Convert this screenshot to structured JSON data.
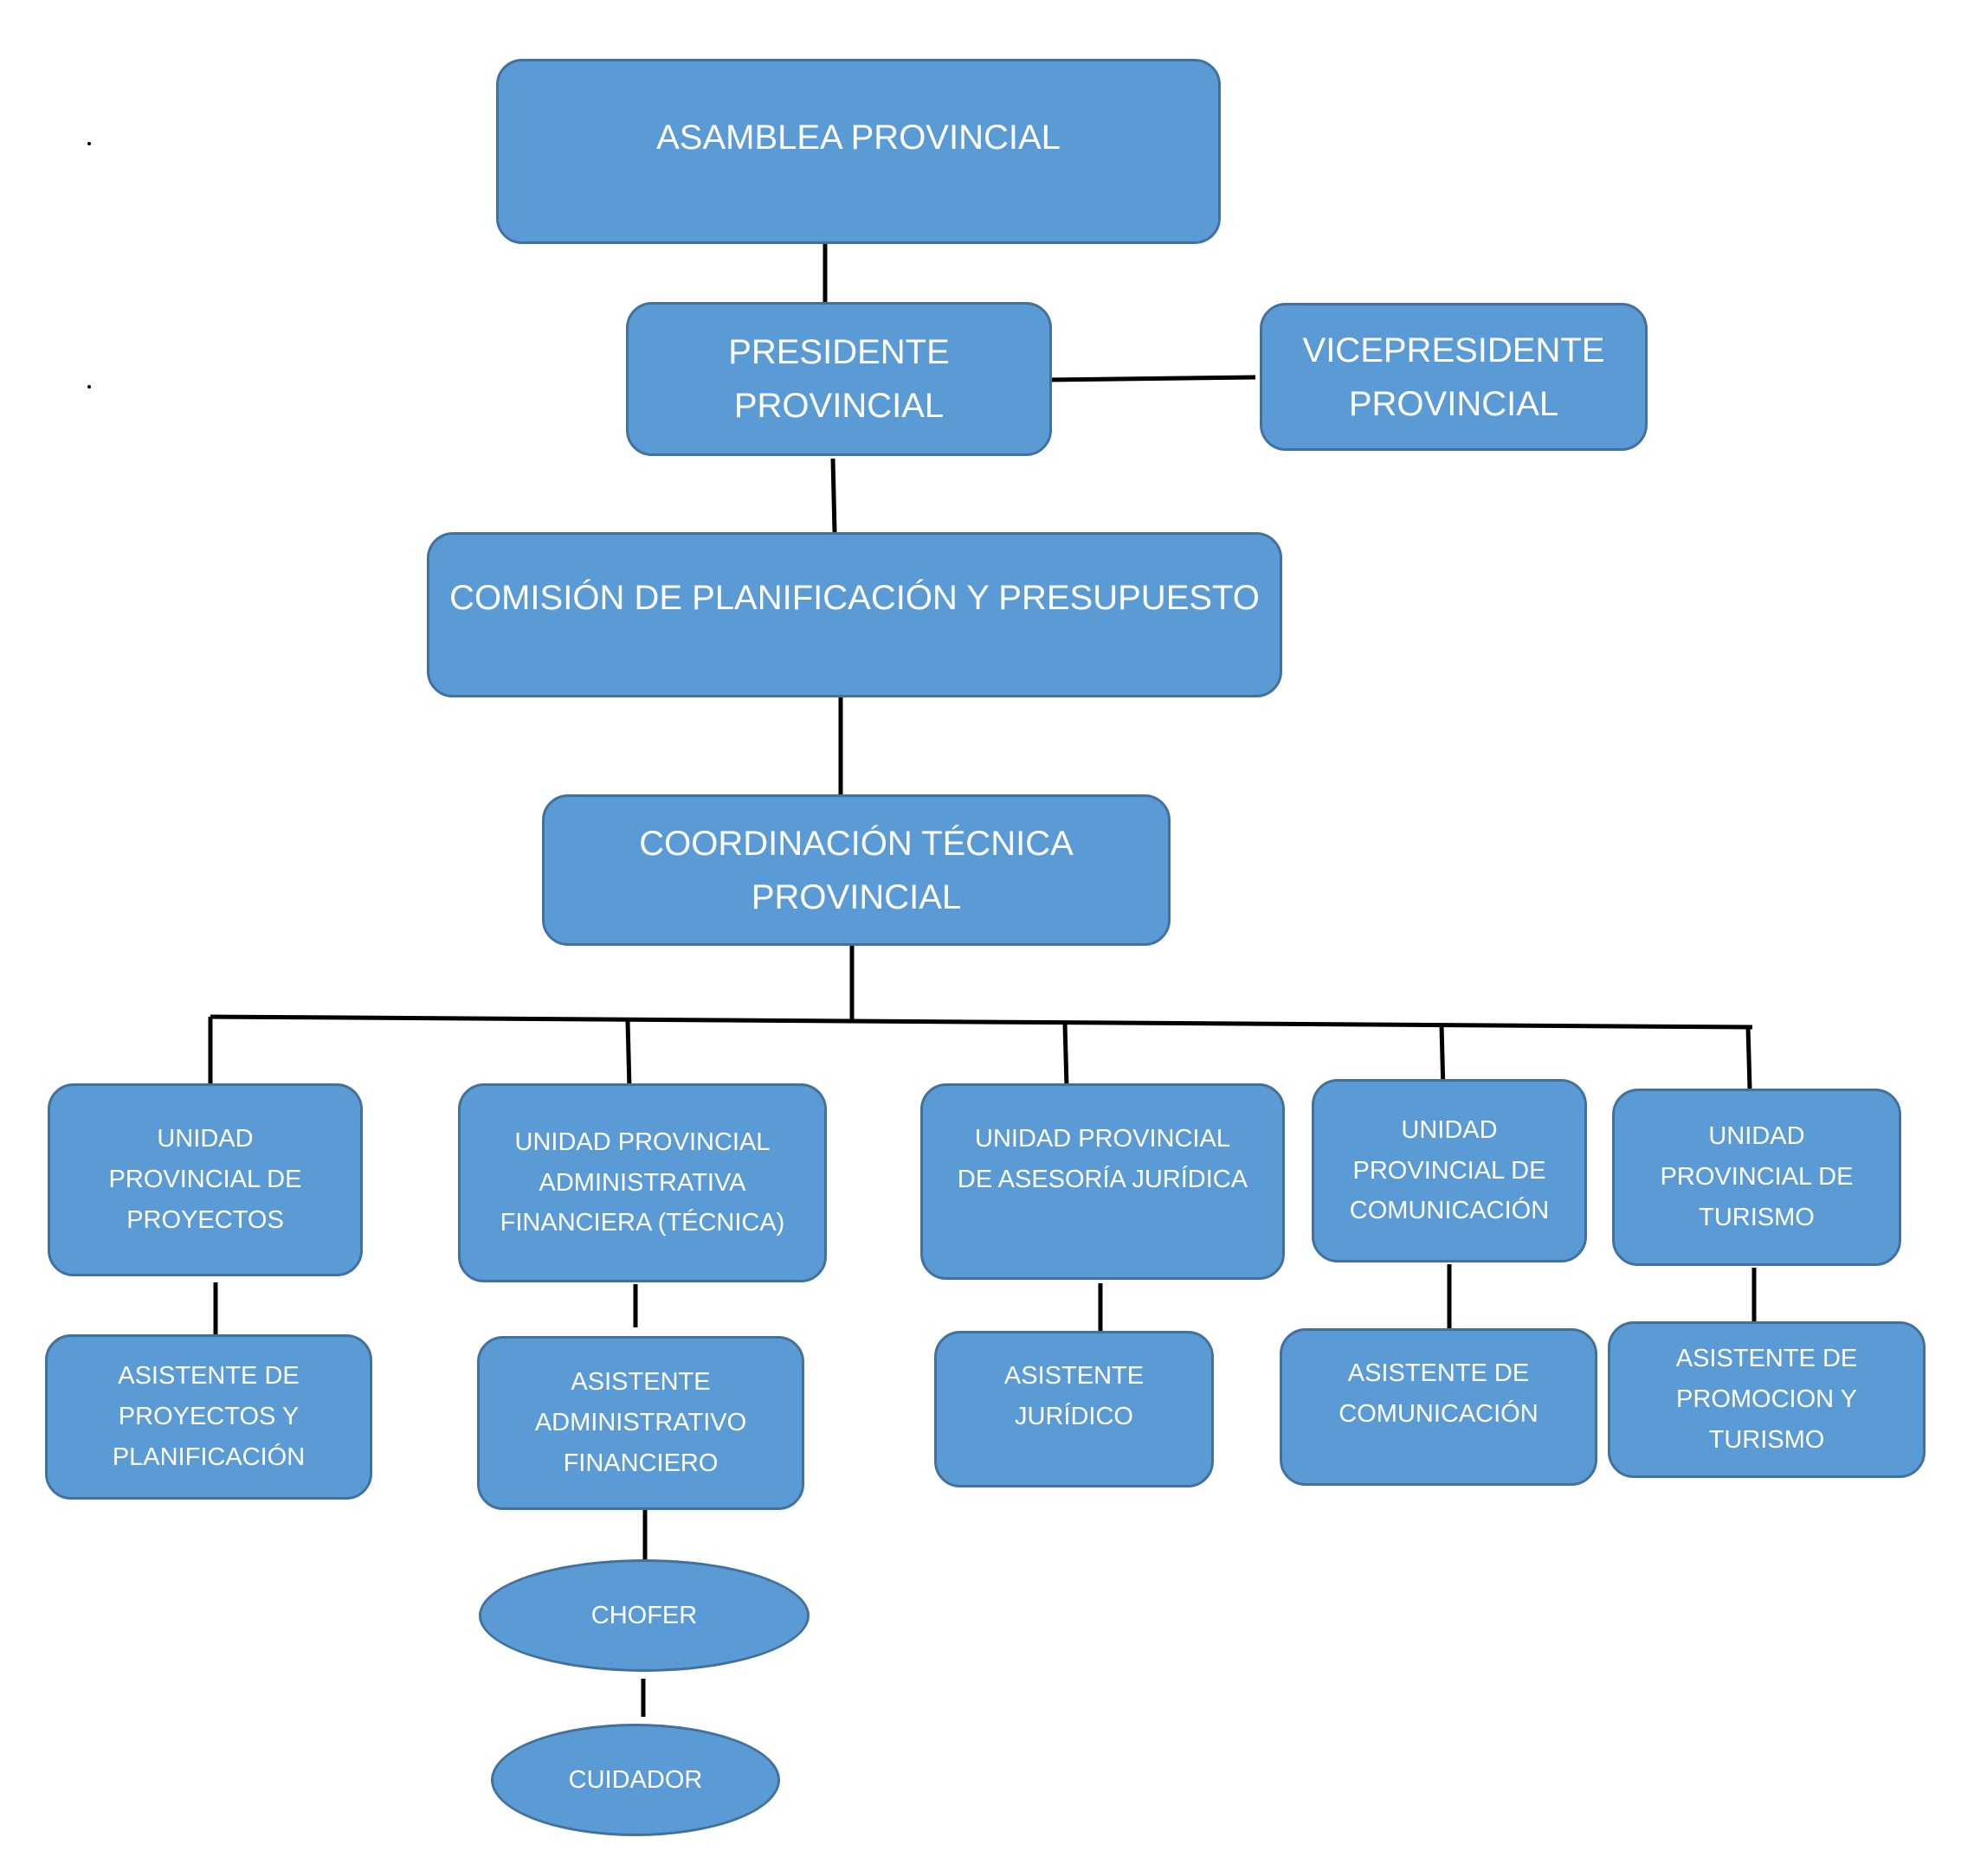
{
  "nodes": {
    "asamblea": "ASAMBLEA PROVINCIAL",
    "presidente": "PRESIDENTE\nPROVINCIAL",
    "vicepresidente": "VICEPRESIDENTE\nPROVINCIAL",
    "comision": "COMISIÓN DE PLANIFICACIÓN Y PRESUPUESTO",
    "coordinacion": "COORDINACIÓN TÉCNICA\nPROVINCIAL",
    "unidad_proyectos": "UNIDAD\nPROVINCIAL DE\nPROYECTOS",
    "unidad_administrativa": "UNIDAD PROVINCIAL\nADMINISTRATIVA\nFINANCIERA (TÉCNICA)",
    "unidad_juridica": "UNIDAD PROVINCIAL\nDE ASESORÍA JURÍDICA",
    "unidad_comunicacion": "UNIDAD\nPROVINCIAL DE\nCOMUNICACIÓN",
    "unidad_turismo": "UNIDAD\nPROVINCIAL DE\nTURISMO",
    "asistente_proyectos": "ASISTENTE DE\nPROYECTOS Y\nPLANIFICACIÓN",
    "asistente_administrativo": "ASISTENTE\nADMINISTRATIVO\nFINANCIERO",
    "asistente_juridico": "ASISTENTE\nJURÍDICO",
    "asistente_comunicacion": "ASISTENTE  DE\nCOMUNICACIÓN",
    "asistente_turismo": "ASISTENTE  DE\nPROMOCION Y\nTURISMO",
    "chofer": "CHOFER",
    "cuidador": "CUIDADOR"
  },
  "colors": {
    "box_fill": "#5b9bd5",
    "box_border": "#41719c",
    "connector": "#000000",
    "text": "#ffffff"
  }
}
